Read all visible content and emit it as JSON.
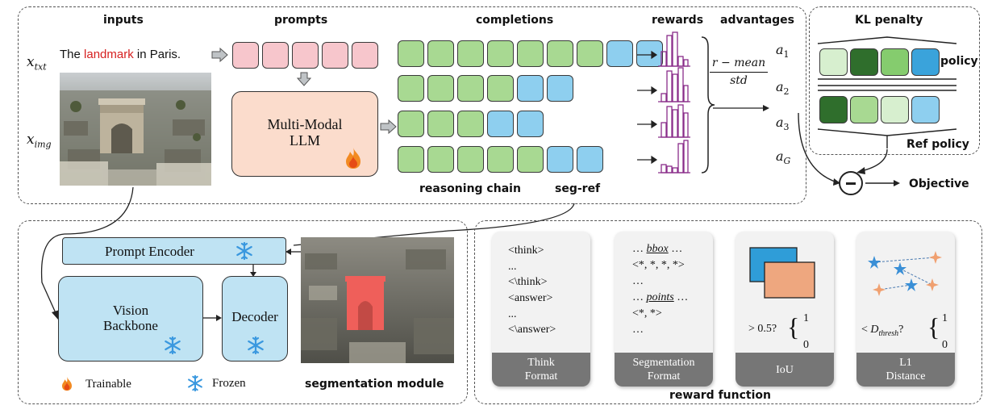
{
  "headers": {
    "inputs": "inputs",
    "prompts": "prompts",
    "completions": "completions",
    "rewards": "rewards",
    "advantages": "advantages",
    "kl_penalty": "KL penalty",
    "policy": "policy",
    "ref_policy": "Ref policy",
    "objective": "Objective",
    "reasoning_chain": "reasoning chain",
    "seg_ref": "seg-ref",
    "segmentation_module": "segmentation module",
    "reward_function": "reward  function"
  },
  "inputs": {
    "x_txt": "x",
    "x_txt_sub": "txt",
    "x_img": "x",
    "x_img_sub": "img",
    "sentence_pre": "The ",
    "sentence_highlight": "landmark",
    "sentence_post": " in Paris."
  },
  "llm": {
    "line1": "Multi-Modal",
    "line2": "LLM",
    "flame_icon": "fire-icon"
  },
  "normalization": {
    "numerator": "r − mean",
    "denominator": "std"
  },
  "advantage_labels": [
    {
      "a": "a",
      "sub": "1"
    },
    {
      "a": "a",
      "sub": "2"
    },
    {
      "a": "a",
      "sub": "3"
    },
    {
      "a": "a",
      "sub": "G"
    }
  ],
  "seg": {
    "prompt_encoder": "Prompt Encoder",
    "vision_backbone_1": "Vision",
    "vision_backbone_2": "Backbone",
    "decoder": "Decoder"
  },
  "legend": {
    "trainable": "Trainable",
    "frozen": "Frozen"
  },
  "cards": {
    "think": {
      "lines": [
        "<think>",
        "...",
        "<\\think>",
        "<answer>",
        "...",
        "<\\answer>"
      ],
      "label1": "Think",
      "label2": "Format"
    },
    "segfmt": {
      "line1_pre": "… ",
      "line1_em": "bbox",
      "line1_post": " …",
      "line2": "<*, *, *, *>",
      "line3": "…",
      "line4_pre": "… ",
      "line4_em": "points",
      "line4_post": " …",
      "line5": "<*, *>",
      "line6": "…",
      "label1": "Segmentation",
      "label2": "Format"
    },
    "iou": {
      "cond": "> 0.5?",
      "one": "1",
      "zero": "0",
      "label": "IoU"
    },
    "l1": {
      "cond_pre": "< ",
      "d": "D",
      "d_sub": "thresh",
      "cond_post": "?",
      "one": "1",
      "zero": "0",
      "label1": "L1",
      "label2": "Distance"
    }
  },
  "colors": {
    "highlight_red": "#d62020",
    "token_pink": "#f7c6cc",
    "token_green": "#a8d992",
    "token_blue": "#8ecfef",
    "llm_fill": "#fbdccc",
    "seg_fill": "#bfe3f3",
    "reward_purple": "#8a2d8a",
    "policy_dark_green": "#2f6e2c",
    "iou_blue": "#2f9dd8",
    "iou_orange": "#eea77f"
  }
}
